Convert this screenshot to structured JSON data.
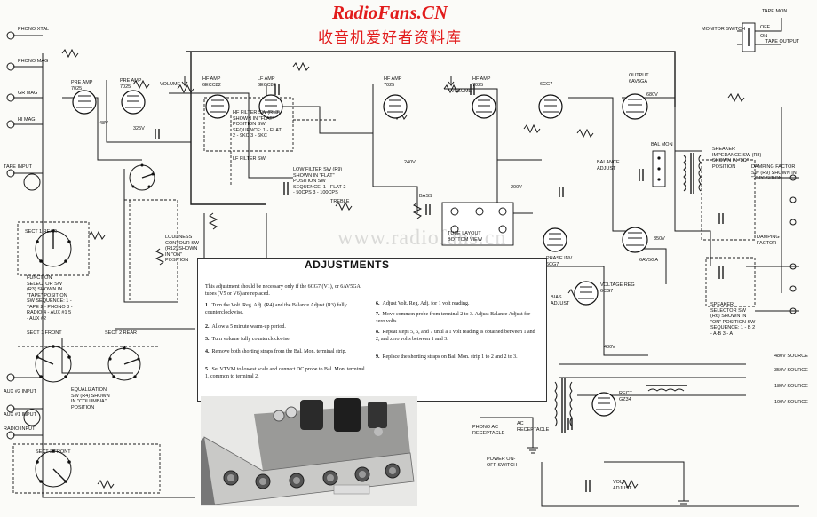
{
  "watermark": {
    "title": "RadioFans.CN",
    "subtitle": "收音机爱好者资料库",
    "middle": "www.radiofans.cn"
  },
  "tubes": {
    "preamp1": {
      "role": "PRE AMP",
      "type": "7025"
    },
    "preamp2": {
      "role": "PRE AMP",
      "type": "7025"
    },
    "hf_amp": {
      "role": "HF AMP",
      "type": "6ECC82"
    },
    "lf_amp": {
      "role": "LF AMP",
      "type": "6ECC82"
    },
    "hf_amp2": {
      "role": "HF AMP",
      "type": "7025"
    },
    "hf_amp3": {
      "role": "HF AMP",
      "type": "7025"
    },
    "driver": {
      "role": "6CG7",
      "type": "6CG7"
    },
    "output1": {
      "role": "OUTPUT",
      "type": "6AV5GA"
    },
    "output2": {
      "role": "",
      "type": "6AV5GA"
    },
    "phase_inv": {
      "role": "PHASE INV",
      "type": "6CG7"
    },
    "voltage_reg": {
      "role": "VOLTAGE REG",
      "type": "6CG7"
    },
    "rect": {
      "role": "RECT",
      "type": "GZ34"
    }
  },
  "labels": {
    "tape_mon": "TAPE MON",
    "monitor_switch": "MONITOR SWITCH",
    "off": "OFF",
    "on": "ON",
    "tape_output": "TAPE OUTPUT",
    "volume": "VOLUME",
    "volume2": "VOLUME",
    "treble": "TREBLE",
    "bass": "BASS",
    "bal_mon": "BAL MON",
    "balance_adjust": "BALANCE ADJUST",
    "speaker_impedance": "SPEAKER IMPEDANCE SW (R8) SHOWN IN \"8Ω\" POSITION",
    "damping_factor_sw": "DAMPING FACTOR SW (R9) SHOWN IN \"2\" POSITION",
    "damping_factor": "DAMPING FACTOR",
    "speaker_selector": "SPEAKER SELECTOR SW (R6) SHOWN IN \"ON\" POSITION SW SEQUENCE: 1 - B  2 - A·B  3 - A",
    "tube_layout": "TUBE LAYOUT BOTTOM VIEW",
    "loudness": "LOUDNESS CONTOUR SW (R12) SHOWN IN \"ON\" POSITION",
    "hf_filter": "HF FILTER SW (R13) SHOWN IN \"FLAT\" POSITION SW SEQUENCE: 1 - FLAT  2 - 9KC  3 - 6KC",
    "lf_filter": "LF FILTER SW",
    "low_filter": "LOW FILTER SW (R9) SHOWN IN \"FLAT\" POSITION SW SEQUENCE: 1 - FLAT  2 - 50CPS  3 - 100CPS",
    "function_selector": "FUNCTION SELECTOR SW (R3) SHOWN IN \"TAPE\" POSITION SW SEQUENCE: 1 - TAPE  2 - PHONO  3 - RADIO  4 - AUX #1  5 - AUX #2",
    "equalization": "EQUALIZATION SW (R4) SHOWN IN \"COLUMBIA\" POSITION",
    "sect1_rear": "SECT 1 REAR",
    "sect1_front": "SECT 1 FRONT",
    "sect2_rear": "SECT 2 REAR",
    "sect2_front": "SECT 2 FRONT",
    "tape_input": "TAPE INPUT",
    "aux2_input": "AUX #2 INPUT",
    "aux1_input": "AUX #1 INPUT",
    "radio_input": "RADIO INPUT",
    "phono_xtal": "PHONO XTAL",
    "phono_mag": "PHONO MAG",
    "gr_mag": "GR MAG",
    "hi_mag": "HI MAG",
    "phono_ac": "PHONO AC RECEPTACLE",
    "ac_receptacle": "AC RECEPTACLE",
    "power_switch": "POWER ON-OFF SWITCH",
    "volt_adjust": "VOLT ADJUST",
    "bias_adjust": "BIAS ADJUST",
    "source_480": "480V SOURCE",
    "source_350": "350V SOURCE",
    "source_180": "180V SOURCE",
    "source_100": "100V SOURCE",
    "v48": "48V",
    "v325": "325V",
    "v480": "480V",
    "v680": "680V",
    "v240": "240V",
    "v200": "200V",
    "v350": "350V"
  },
  "adjustments": {
    "title": "ADJUSTMENTS",
    "intro": "This adjustment should be necessary only if the 6CG7 (V1), or 6AV5GA tubes (V5 or V6) are replaced.",
    "steps": [
      {
        "num": "1.",
        "text": "Turn the Volt. Reg. Adj. (R4) and the Balance Adjust (R3) fully counterclockwise."
      },
      {
        "num": "2.",
        "text": "Allow a 5 minute warm-up period."
      },
      {
        "num": "3.",
        "text": "Turn volume fully counterclockwise."
      },
      {
        "num": "4.",
        "text": "Remove both shorting straps from the Bal. Mon. terminal strip."
      },
      {
        "num": "5.",
        "text": "Set VTVM to lowest scale and connect DC probe to Bal. Mon. terminal 1, common to terminal 2."
      },
      {
        "num": "6.",
        "text": "Adjust Volt. Reg. Adj. for 1 volt reading."
      },
      {
        "num": "7.",
        "text": "Move common probe from terminal 2 to 3. Adjust Balance Adjust for zero volts."
      },
      {
        "num": "8.",
        "text": "Repeat steps 5, 6, and 7 until a 1 volt reading is obtained between 1 and 2, and zero volts between 1 and 3."
      },
      {
        "num": "9.",
        "text": "Replace the shorting straps on Bal. Mon. strip 1 to 2 and 2 to 3."
      }
    ]
  },
  "colors": {
    "watermark_red": "#e21b1b",
    "ink": "#111111",
    "paper": "#fbfbf8",
    "chassis_gray": "#8d8d8d",
    "knob_silver": "#cfcfcf"
  }
}
